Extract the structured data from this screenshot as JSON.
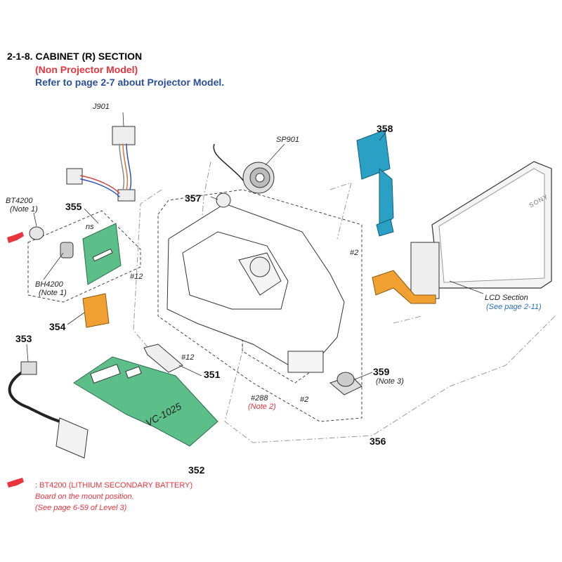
{
  "header": {
    "title": "2-1-8. CABINET (R) SECTION",
    "subtitle_red": "(Non Projector Model)",
    "subtitle_blue": "Refer to page 2-7 about Projector Model."
  },
  "labels": {
    "j901": "J901",
    "sp901": "SP901",
    "bt4200": "BT4200",
    "note1a": "(Note 1)",
    "bh4200": "BH4200",
    "note1b": "(Note 1)",
    "ns": "ns",
    "screw12a": "#12",
    "screw12b": "#12",
    "screw2a": "#2",
    "screw2b": "#2",
    "screw288": "#288",
    "note2": "(Note 2)",
    "note3": "(Note 3)",
    "lcd_section": "LCD Section",
    "lcd_ref": "(See page 2-11)",
    "board_name": "VC-1025",
    "sony": "SONY"
  },
  "part_numbers": {
    "p351": "351",
    "p352": "352",
    "p353": "353",
    "p354": "354",
    "p355": "355",
    "p356": "356",
    "p357": "357",
    "p358": "358",
    "p359": "359"
  },
  "footnote": {
    "line1": ": BT4200 (LITHIUM SECONDARY BATTERY)",
    "line2": "Board on the mount position.",
    "line3": "(See page 6-59 of Level 3)"
  },
  "colors": {
    "title": "#000000",
    "note_red": "#e8343c",
    "ref_blue": "#2a4f9b",
    "board_green": "#5cbf8a",
    "flex_blue": "#2aa0c4",
    "flex_orange": "#f0a030"
  }
}
